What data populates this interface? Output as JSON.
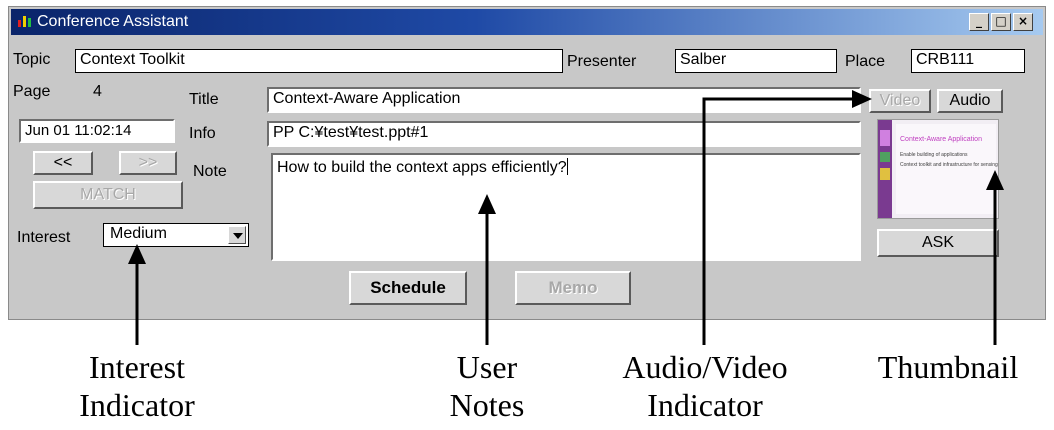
{
  "window": {
    "title": "Conference Assistant",
    "minimize_glyph": "_",
    "maximize_glyph": "□",
    "close_glyph": "×"
  },
  "topic": {
    "label": "Topic",
    "value": "Context Toolkit"
  },
  "presenter": {
    "label": "Presenter",
    "value": "Salber"
  },
  "place": {
    "label": "Place",
    "value": "CRB111"
  },
  "page": {
    "label": "Page",
    "value": "4"
  },
  "title_field": {
    "label": "Title",
    "value": "Context-Aware Application"
  },
  "timestamp": {
    "value": "Jun 01 11:02:14"
  },
  "info": {
    "label": "Info",
    "value": "PP C:¥test¥test.ppt#1"
  },
  "nav": {
    "prev_label": "<<",
    "next_label": ">>"
  },
  "note": {
    "label": "Note",
    "value": "How to build the context apps efficiently?"
  },
  "match_button": {
    "label": "MATCH"
  },
  "interest": {
    "label": "Interest",
    "selected": "Medium"
  },
  "media": {
    "video_label": "Video",
    "audio_label": "Audio"
  },
  "ask_button": {
    "label": "ASK"
  },
  "schedule_button": {
    "label": "Schedule"
  },
  "memo_button": {
    "label": "Memo"
  },
  "thumbnail": {
    "title": "Context-Aware Application",
    "line1": "Enable building of applications",
    "line2": "Context toolkit and infrastructure for sensing"
  },
  "annotations": {
    "interest_line1": "Interest",
    "interest_line2": "Indicator",
    "notes_line1": "User",
    "notes_line2": "Notes",
    "av_line1": "Audio/Video",
    "av_line2": "Indicator",
    "thumb_line1": "Thumbnail"
  },
  "colors": {
    "titlebar_start": "#0a246a",
    "titlebar_end": "#a6caf0",
    "window_bg": "#c8c8c8",
    "thumbnail_title": "#c040c0"
  }
}
